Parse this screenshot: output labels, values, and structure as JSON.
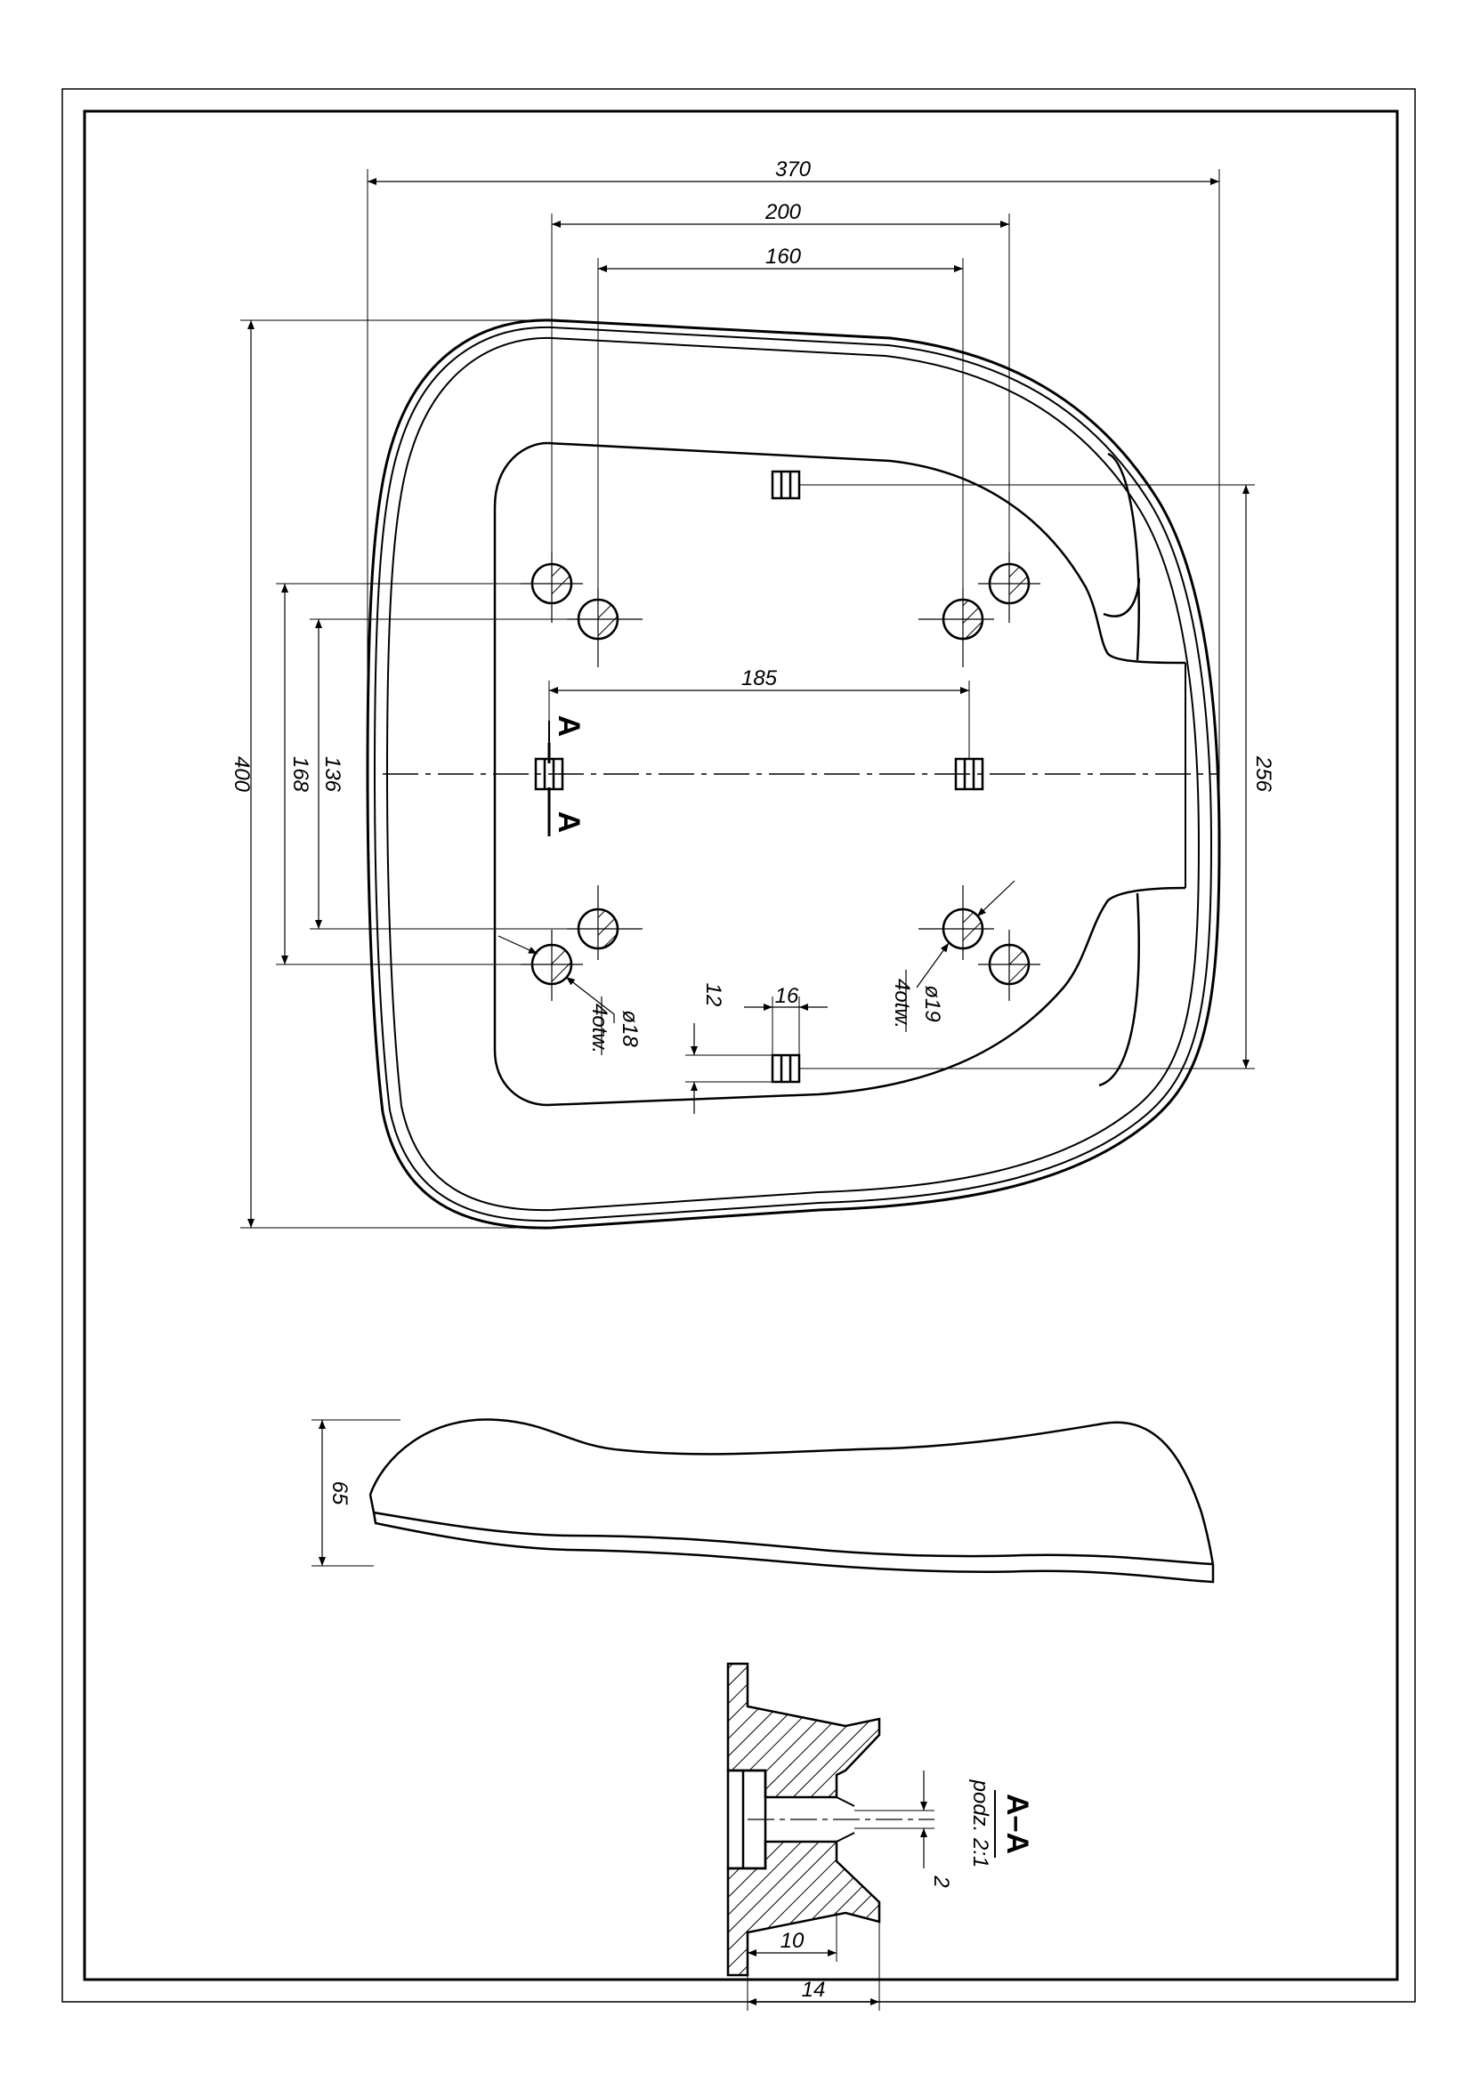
{
  "dimensions": {
    "overall_width": "370",
    "outer_hole_spacing": "200",
    "inner_hole_spacing": "160",
    "mid_spacing": "185",
    "overall_height": "400",
    "outer_hole_height": "168",
    "inner_hole_height": "136",
    "right_height": "256",
    "slot_small": "12",
    "slot_width": "16",
    "side_height": "65",
    "section_depth": "2",
    "section_inner": "10",
    "section_outer": "14"
  },
  "holes": {
    "left_diameter": "ø18",
    "left_count": "4otw.",
    "right_diameter": "ø19",
    "right_count": "4otw."
  },
  "section": {
    "marker": "A",
    "title": "A–A",
    "scale": "podz. 2:1"
  }
}
